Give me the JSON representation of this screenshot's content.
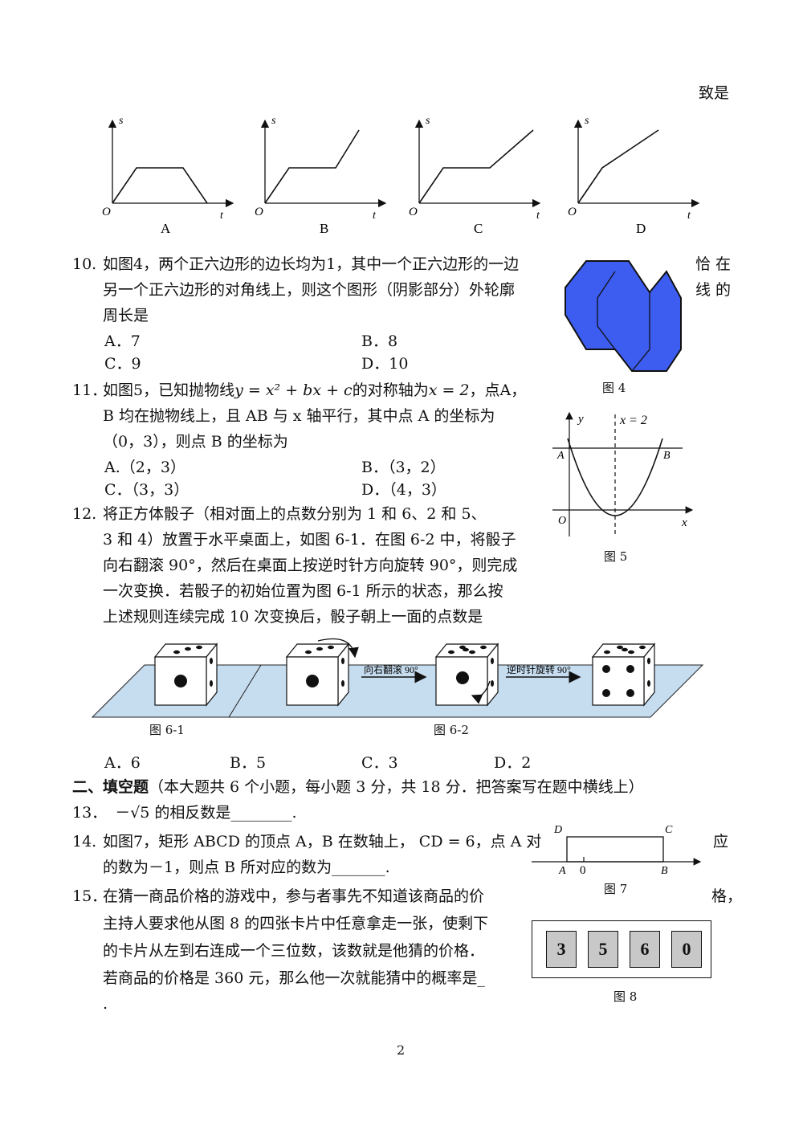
{
  "top_right": "致是",
  "graphs": {
    "axis_s": "s",
    "axis_t": "t",
    "origin": "O",
    "labels": [
      "A",
      "B",
      "C",
      "D"
    ]
  },
  "q10": {
    "num": "10.",
    "line1": "如图4，两个正六边形的边长均为1，其中一个正六边形的一边",
    "line2": "另一个正六边形的对角线上，则这个图形（阴影部分）外轮廓",
    "line3": "周长是",
    "right1": "恰 在",
    "right2": "线 的",
    "options": [
      "A．7",
      "B．8",
      "C．9",
      "D．10"
    ],
    "fig_caption": "图 4",
    "hex_color": "#3d5cf0"
  },
  "q11": {
    "num": "11．",
    "line1_pre": "如图5，已知抛物线",
    "line1_eq": "y = x² + bx + c",
    "line1_mid": "的对称轴为",
    "line1_eq2": "x = 2",
    "line1_post": "，点",
    "line1_end": "A，",
    "line2": "B 均在抛物线上，且 AB 与 x 轴平行，其中点 A 的坐标为",
    "line3": "（0，3），则点 B 的坐标为",
    "options": [
      "A.（2，3）",
      "B．（3，2）",
      "C．（3，3）",
      "D．（4，3）"
    ],
    "fig": {
      "y": "y",
      "x": "x",
      "sym": "x = 2",
      "A": "A",
      "B": "B",
      "O": "O"
    },
    "fig_caption": "图 5"
  },
  "q12": {
    "num": "12.",
    "lines": [
      "将正方体骰子（相对面上的点数分别为 1 和 6、2 和 5、",
      "3 和 4）放置于水平桌面上，如图 6-1．在图 6-2 中，将骰子",
      "向右翻滚 90°，然后在桌面上按逆时针方向旋转 90°，则完成",
      "一次变换．若骰子的初始位置为图 6-1 所示的状态，那么按",
      "上述规则连续完成 10 次变换后，骰子朝上一面的点数是"
    ],
    "arrow1": "向右翻滚 90°",
    "arrow2": "逆时针旋转 90°",
    "cap1": "图 6-1",
    "cap2": "图 6-2",
    "table_color": "#c6dcef",
    "options": [
      "A．6",
      "B．5",
      "C．3",
      "D．2"
    ]
  },
  "section2": {
    "head": "二、填空题",
    "desc": "（本大题共 6 个小题，每小题 3 分，共 18 分．把答案写在题中横线上）"
  },
  "q13": {
    "num": "13．",
    "expr": "－√5",
    "text": " 的相反数是",
    "blank": "________",
    "end": "."
  },
  "q14": {
    "num": "14.",
    "line1": "如图7，矩形 ABCD 的顶点 A，B 在数轴上，  CD = 6，点 A 对",
    "line2_pre": "的数为－1，则点 B 所对应的数为",
    "blank": "_______",
    "end": ".",
    "right": "应",
    "fig": {
      "D": "D",
      "C": "C",
      "A": "A",
      "zero": "0",
      "B": "B"
    },
    "fig_caption": "图 7"
  },
  "q15": {
    "num": "15．",
    "lines": [
      "在猜一商品价格的游戏中，参与者事先不知道该商品的价",
      "主持人要求他从图 8 的四张卡片中任意拿走一张，使剩下",
      "的卡片从左到右连成一个三位数，该数就是他猜的价格．",
      "若商品的价格是 360 元，那么他一次就能猜中的概率是_",
      "."
    ],
    "right": "格，",
    "cards": [
      "3",
      "5",
      "6",
      "0"
    ],
    "fig_caption": "图 8"
  },
  "page_number": "2"
}
